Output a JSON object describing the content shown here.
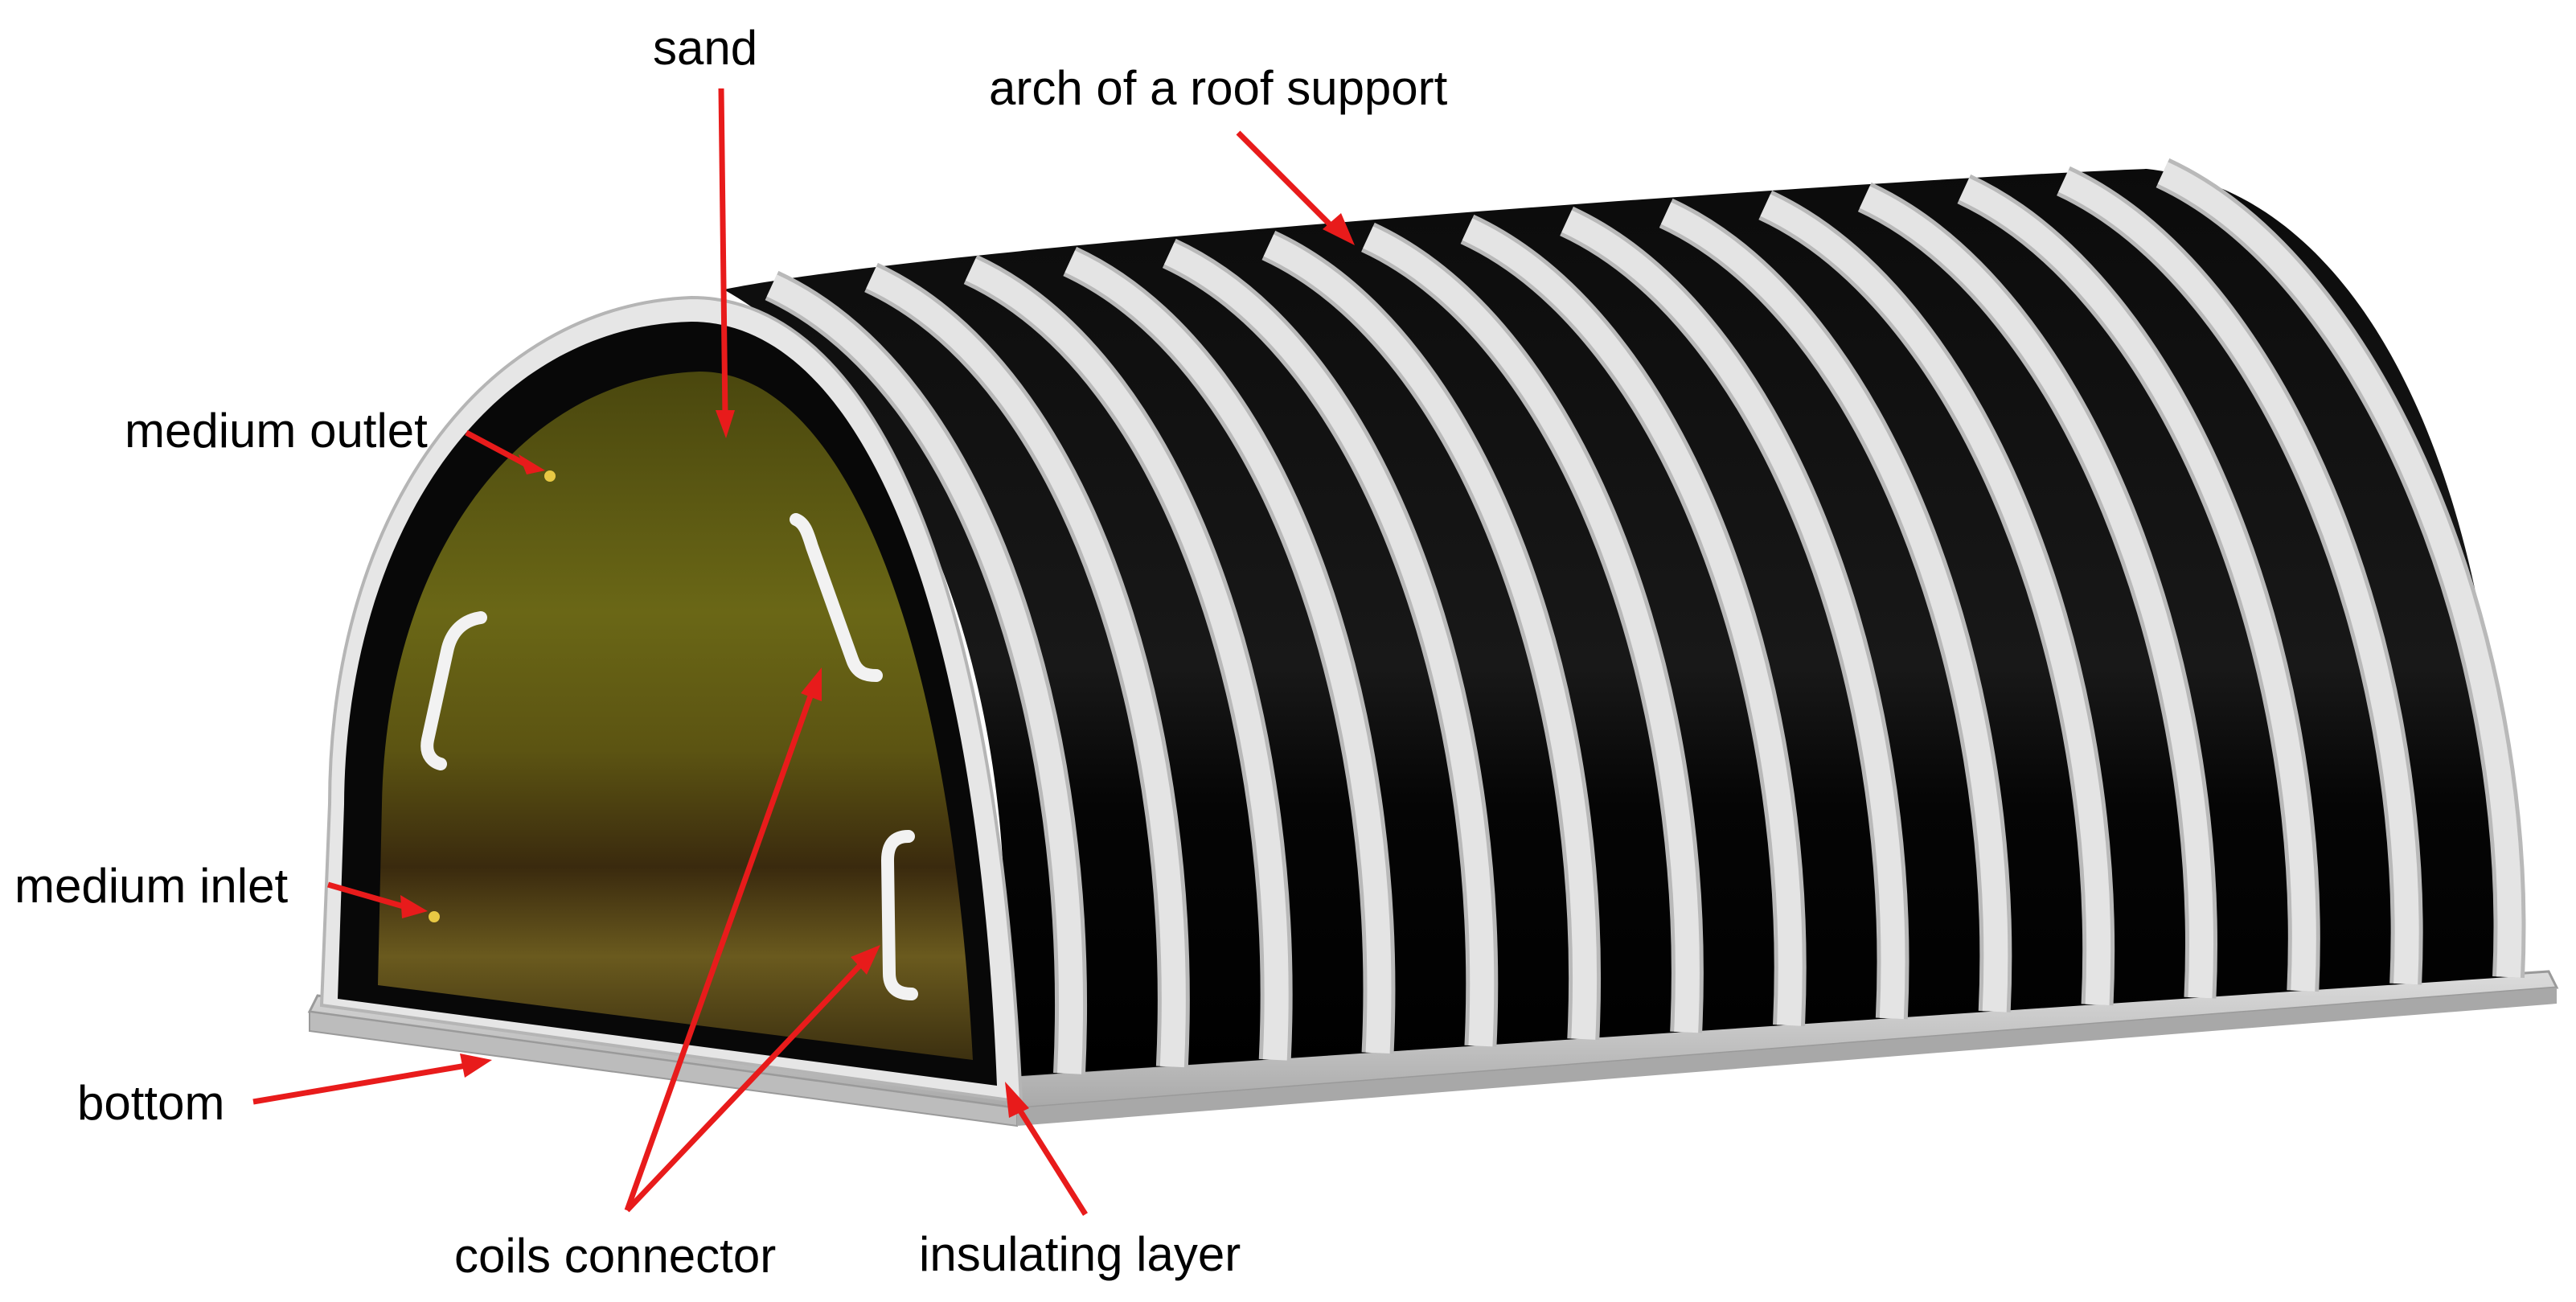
{
  "labels": {
    "sand": "sand",
    "arch": "arch of a roof support",
    "medium_outlet": "medium outlet",
    "medium_inlet": "medium inlet",
    "bottom": "bottom",
    "coils_connector": "coils connector",
    "insulating_layer": "insulating layer"
  },
  "colors": {
    "arrow": "#e81b1b",
    "arch": "#e4e4e4",
    "arch_edge": "#b9b9b9",
    "shell": "#050505",
    "base": "#cfcfcf",
    "sand_top": "#6f6a14",
    "sand_mid": "#5d5410",
    "sand_low": "#3b2e10",
    "pipe": "#f2f2f2"
  }
}
